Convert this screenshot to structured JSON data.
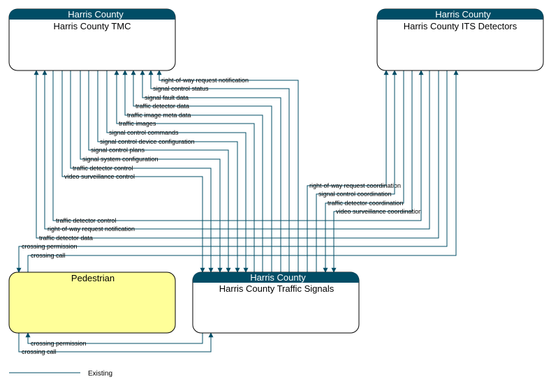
{
  "colors": {
    "header": "#004d66",
    "flow_line": "#004d66",
    "pedestrian_fill": "#ffff99",
    "system_fill": "#ffffff",
    "border": "#000000"
  },
  "boxes": {
    "tmc": {
      "owner": "Harris County",
      "name": "Harris County TMC"
    },
    "its": {
      "owner": "Harris County",
      "name": "Harris County ITS Detectors"
    },
    "pedestrian": {
      "name": "Pedestrian"
    },
    "signals": {
      "owner": "Harris County",
      "name": "Harris County Traffic Signals"
    }
  },
  "flows": {
    "tmc_signals": [
      {
        "label": "right-of-way request notification",
        "to": "tmc"
      },
      {
        "label": "signal control status",
        "to": "tmc"
      },
      {
        "label": "signal fault data",
        "to": "tmc"
      },
      {
        "label": "traffic detector data",
        "to": "tmc"
      },
      {
        "label": "traffic image meta data",
        "to": "tmc"
      },
      {
        "label": "traffic images",
        "to": "tmc"
      },
      {
        "label": "signal control commands",
        "to": "signals"
      },
      {
        "label": "signal control device configuration",
        "to": "signals"
      },
      {
        "label": "signal control plans",
        "to": "signals"
      },
      {
        "label": "signal system configuration",
        "to": "signals"
      },
      {
        "label": "traffic detector control",
        "to": "signals"
      },
      {
        "label": "video surveillance control",
        "to": "signals"
      }
    ],
    "its_signals": [
      {
        "label": "right-of-way request coordination",
        "to": "its"
      },
      {
        "label": "signal control coordination",
        "to": "its"
      },
      {
        "label": "traffic detector coordination",
        "to": "signals"
      },
      {
        "label": "video surveillance coordination",
        "to": "signals"
      }
    ],
    "its_tmc": [
      {
        "label": "traffic detector control",
        "to": "its"
      },
      {
        "label": "right-of-way request notification",
        "to": "tmc"
      },
      {
        "label": "traffic detector data",
        "to": "tmc"
      }
    ],
    "its_pedestrian": [
      {
        "label": "crossing permission",
        "to": "pedestrian"
      },
      {
        "label": "crossing call",
        "to": "its"
      }
    ],
    "pedestrian_signals": [
      {
        "label": "crossing permission",
        "to": "pedestrian"
      },
      {
        "label": "crossing call",
        "to": "signals"
      }
    ]
  },
  "legend": {
    "label": "Existing"
  }
}
